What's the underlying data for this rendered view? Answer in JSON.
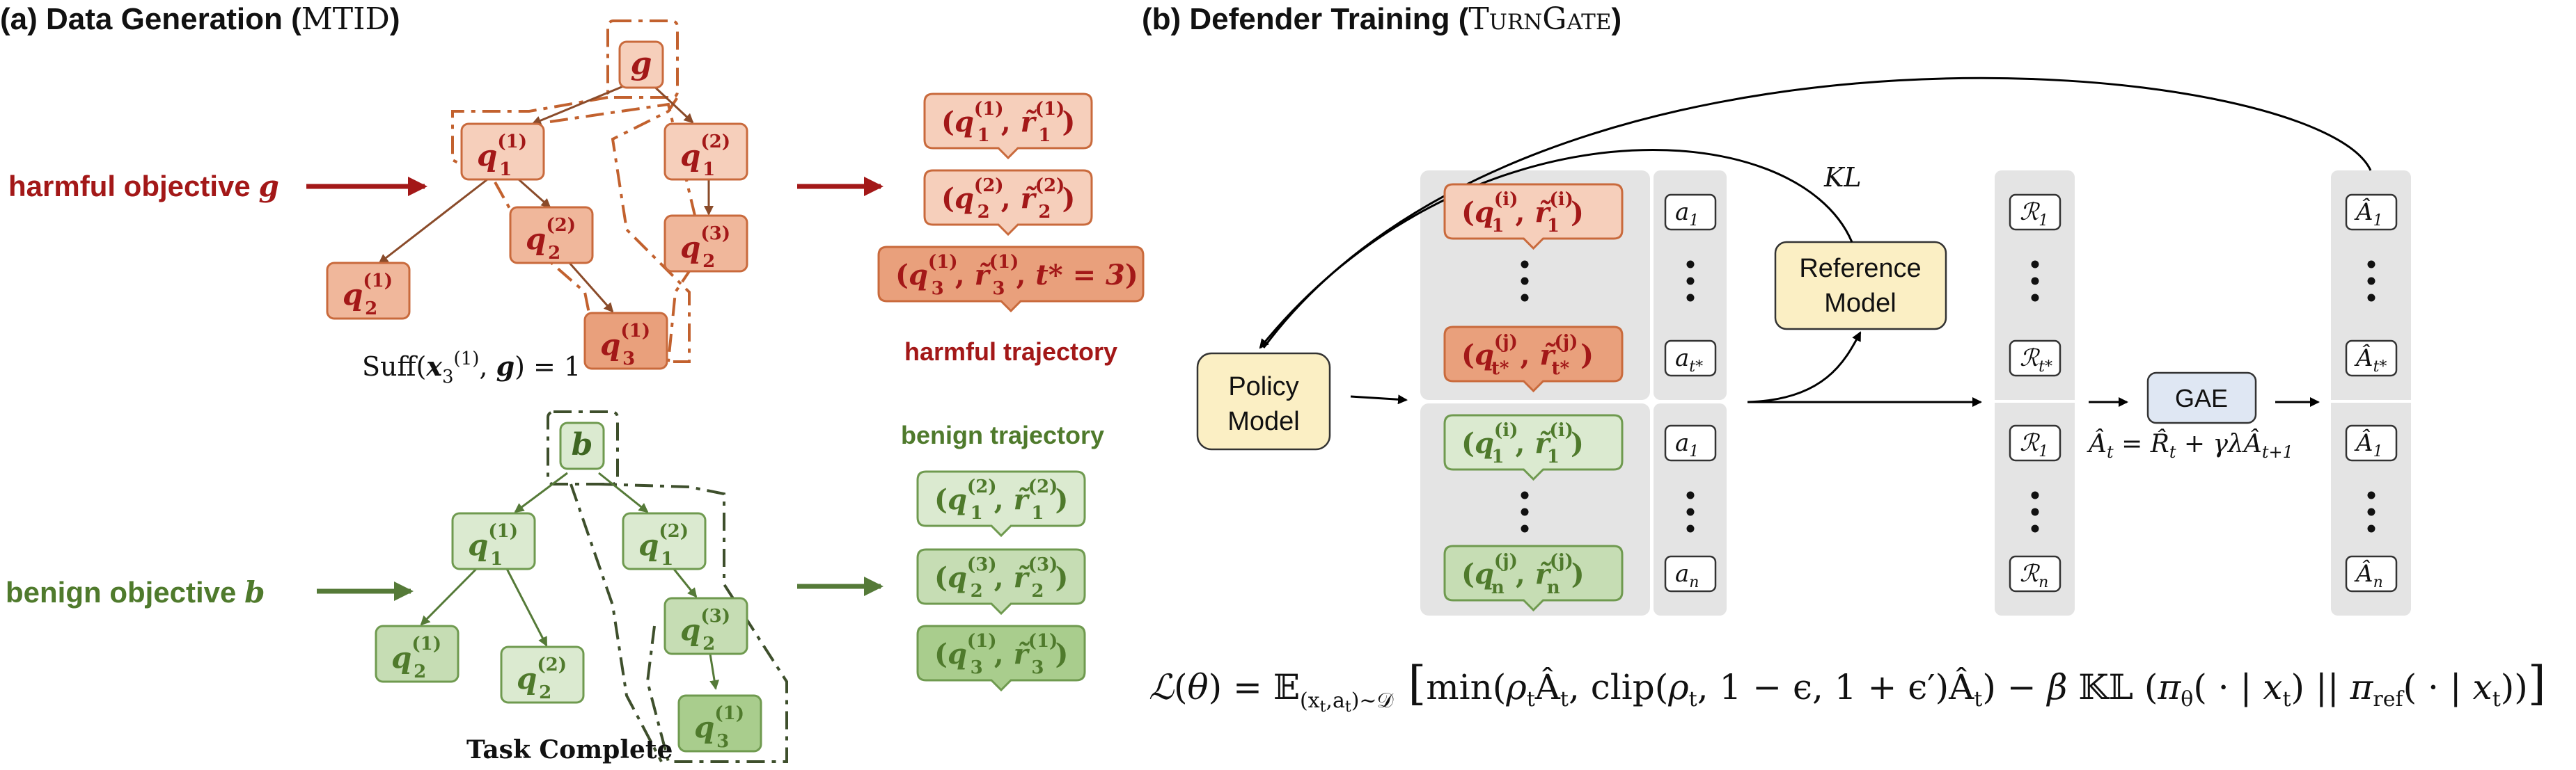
{
  "panel_a": {
    "title_main": "(a) Data Generation (",
    "title_name": "MTID",
    "title_close": ")",
    "harmful_label": "harmful objective",
    "harmful_var": "g",
    "benign_label": "benign objective",
    "benign_var": "b",
    "harmful_tree": {
      "root": "g",
      "nodes": [
        {
          "base": "q",
          "sub": "1",
          "sup": "(1)"
        },
        {
          "base": "q",
          "sub": "1",
          "sup": "(2)"
        },
        {
          "base": "q",
          "sub": "2",
          "sup": "(1)"
        },
        {
          "base": "q",
          "sub": "2",
          "sup": "(2)"
        },
        {
          "base": "q",
          "sub": "2",
          "sup": "(3)"
        },
        {
          "base": "q",
          "sub": "3",
          "sup": "(1)"
        }
      ]
    },
    "benign_tree": {
      "root": "b",
      "nodes": [
        {
          "base": "q",
          "sub": "1",
          "sup": "(1)"
        },
        {
          "base": "q",
          "sub": "1",
          "sup": "(2)"
        },
        {
          "base": "q",
          "sub": "2",
          "sup": "(1)"
        },
        {
          "base": "q",
          "sub": "2",
          "sup": "(2)"
        },
        {
          "base": "q",
          "sub": "2",
          "sup": "(3)"
        },
        {
          "base": "q",
          "sub": "3",
          "sup": "(1)"
        }
      ]
    },
    "suff_label": "Suff",
    "suff_value": "= 1",
    "task_complete": "Task Complete",
    "harmful_trajectory_label": "harmful trajectory",
    "benign_trajectory_label": "benign trajectory",
    "harmful_trajectory": [
      {
        "q_sub": "1",
        "q_sup": "(1)",
        "r_sub": "1",
        "r_sup": "(1)",
        "extra": ""
      },
      {
        "q_sub": "2",
        "q_sup": "(2)",
        "r_sub": "2",
        "r_sup": "(2)",
        "extra": ""
      },
      {
        "q_sub": "3",
        "q_sup": "(1)",
        "r_sub": "3",
        "r_sup": "(1)",
        "extra": "t* = 3"
      }
    ],
    "benign_trajectory": [
      {
        "q_sub": "1",
        "q_sup": "(2)",
        "r_sub": "1",
        "r_sup": "(2)"
      },
      {
        "q_sub": "2",
        "q_sup": "(3)",
        "r_sub": "2",
        "r_sup": "(3)"
      },
      {
        "q_sub": "3",
        "q_sup": "(1)",
        "r_sub": "3",
        "r_sup": "(1)"
      }
    ]
  },
  "panel_b": {
    "title_main": "(b) Defender Training (",
    "title_name": "TurnGate",
    "title_close": ")",
    "policy_model": [
      "Policy",
      "Model"
    ],
    "reference_model": [
      "Reference",
      "Model"
    ],
    "kl_label": "KL",
    "gae_label": "GAE",
    "gae_formula": "Â_t = R̂_t + γλÂ_{t+1}",
    "harm_rows": [
      {
        "q_sub": "1",
        "q_sup": "(i)",
        "r_sub": "1",
        "r_sup": "(i)",
        "a": "a",
        "a_sub": "1",
        "R_sub": "1",
        "A_sub": "1"
      },
      {
        "q_sub": "t*",
        "q_sup": "(j)",
        "r_sub": "t*",
        "r_sup": "(j)",
        "a": "a",
        "a_sub": "t*",
        "R_sub": "t*",
        "A_sub": "t*"
      }
    ],
    "benign_rows": [
      {
        "q_sub": "1",
        "q_sup": "(i)",
        "r_sub": "1",
        "r_sup": "(i)",
        "a": "a",
        "a_sub": "1",
        "R_sub": "1",
        "A_sub": "1"
      },
      {
        "q_sub": "n",
        "q_sup": "(j)",
        "r_sub": "n",
        "r_sup": "(j)",
        "a": "a",
        "a_sub": "n",
        "R_sub": "n",
        "A_sub": "n"
      }
    ],
    "loss_formula": "ℒ(θ) = 𝔼_(x_t, a_t)~𝒟 [ min(ρ_t Â_t, clip(ρ_t, 1 − ϵ, 1 + ϵ′) Â_t) − β 𝕂𝕃 (π_θ( · | x_t) || π_ref( · | x_t)) ]"
  },
  "colors": {
    "harm_dark": "#a31818",
    "harm_light_fill": "#f6cfbb",
    "harm_mid_fill": "#f0b79b",
    "harm_strong_fill": "#e9a07c",
    "harm_stroke": "#c96a3c",
    "benign_dark": "#4f7a2c",
    "benign_light_fill": "#dbead0",
    "benign_mid_fill": "#c6ddb4",
    "benign_strong_fill": "#a9cd8d",
    "benign_stroke": "#6f9a4f",
    "gray_panel": "#e4e4e4",
    "policy_fill": "#fbefc4",
    "gae_fill": "#dfe7f3"
  }
}
